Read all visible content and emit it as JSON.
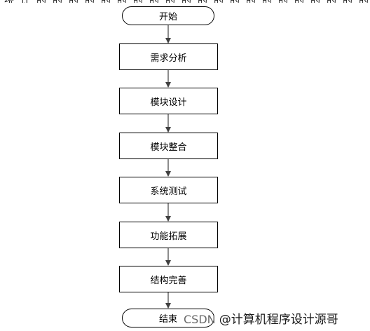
{
  "nodes": [
    {
      "id": "start",
      "label": "开始",
      "shape": "terminal"
    },
    {
      "id": "requirements",
      "label": "需求分析",
      "shape": "process"
    },
    {
      "id": "module-design",
      "label": "模块设计",
      "shape": "process"
    },
    {
      "id": "module-integration",
      "label": "模块整合",
      "shape": "process"
    },
    {
      "id": "system-test",
      "label": "系统测试",
      "shape": "process"
    },
    {
      "id": "feature-extension",
      "label": "功能拓展",
      "shape": "process"
    },
    {
      "id": "structure-refinement",
      "label": "结构完善",
      "shape": "process"
    },
    {
      "id": "end",
      "label": "结束",
      "shape": "terminal"
    }
  ],
  "edges": [
    {
      "from": "start",
      "to": "requirements"
    },
    {
      "from": "requirements",
      "to": "module-design"
    },
    {
      "from": "module-design",
      "to": "module-integration"
    },
    {
      "from": "module-integration",
      "to": "system-test"
    },
    {
      "from": "system-test",
      "to": "feature-extension"
    },
    {
      "from": "feature-extension",
      "to": "structure-refinement"
    },
    {
      "from": "structure-refinement",
      "to": "end"
    }
  ],
  "watermark": {
    "brand": "CSDN",
    "handle": "@计算机程序设计源哥"
  },
  "colors": {
    "line": "#404040",
    "border": "#000000",
    "watermark": "#6a6a6a"
  }
}
